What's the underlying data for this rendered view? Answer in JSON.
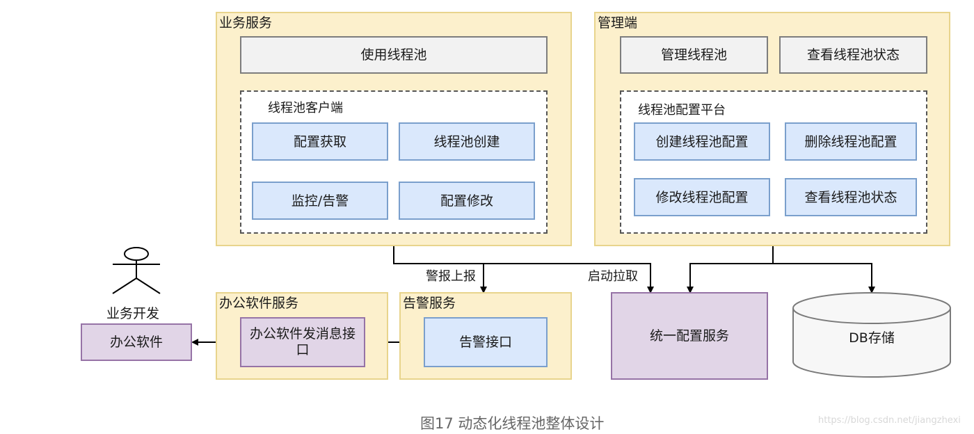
{
  "business_service": {
    "title": "业务服务",
    "use_pool": "使用线程池",
    "client": {
      "title": "线程池客户端",
      "config_fetch": "配置获取",
      "pool_create": "线程池创建",
      "monitor_alarm": "监控/告警",
      "config_modify": "配置修改"
    }
  },
  "admin": {
    "title": "管理端",
    "manage_pool": "管理线程池",
    "view_status": "查看线程池状态",
    "platform": {
      "title": "线程池配置平台",
      "create_config": "创建线程池配置",
      "delete_config": "删除线程池配置",
      "modify_config": "修改线程池配置",
      "view_status": "查看线程池状态"
    }
  },
  "actor": {
    "label": "业务开发"
  },
  "office_app": {
    "label": "办公软件"
  },
  "office_service": {
    "title": "办公软件服务",
    "api": "办公软件发消息接口"
  },
  "alarm_service": {
    "title": "告警服务",
    "api": "告警接口"
  },
  "config_service": {
    "label": "统一配置服务"
  },
  "db": {
    "label": "DB存储"
  },
  "edges": {
    "alarm_report": "警报上报",
    "startup_pull": "启动拉取"
  },
  "caption": "图17 动态化线程池整体设计",
  "watermark": "https://blog.csdn.net/jiangzhexi"
}
